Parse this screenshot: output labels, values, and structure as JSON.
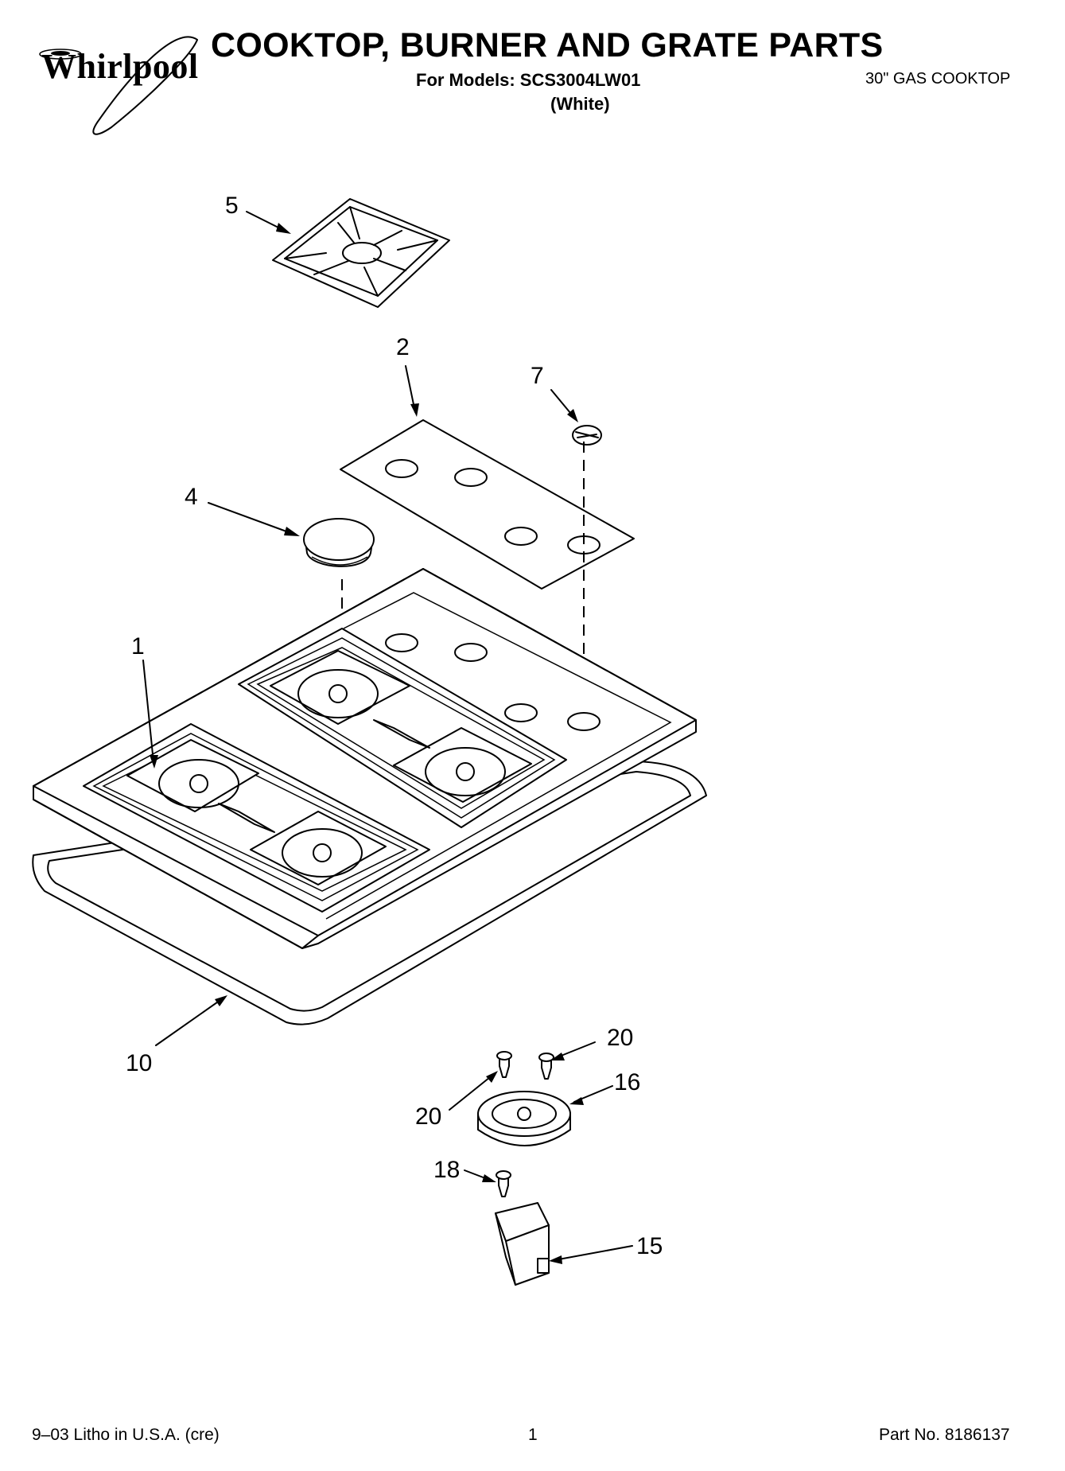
{
  "header": {
    "brand": "Whirlpool",
    "title": "COOKTOP, BURNER AND GRATE PARTS",
    "models": "For Models: SCS3004LW01",
    "color": "(White)",
    "product": "30\" GAS COOKTOP"
  },
  "parts": [
    {
      "id": "part-1",
      "label": "1",
      "icon": "cooktop-panel"
    },
    {
      "id": "part-2",
      "label": "2",
      "icon": "control-panel-overlay"
    },
    {
      "id": "part-4",
      "label": "4",
      "icon": "burner-cap"
    },
    {
      "id": "part-5",
      "label": "5",
      "icon": "grate"
    },
    {
      "id": "part-7",
      "label": "7",
      "icon": "control-knob"
    },
    {
      "id": "part-10",
      "label": "10",
      "icon": "cooktop-seal"
    },
    {
      "id": "part-15",
      "label": "15",
      "icon": "burner-bracket"
    },
    {
      "id": "part-16",
      "label": "16",
      "icon": "burner-base"
    },
    {
      "id": "part-18",
      "label": "18",
      "icon": "screw"
    },
    {
      "id": "part-20a",
      "label": "20",
      "icon": "screw"
    },
    {
      "id": "part-20b",
      "label": "20",
      "icon": "screw"
    }
  ],
  "footer": {
    "litho": "9–03 Litho in U.S.A. (cre)",
    "page": "1",
    "part_no": "Part No. 8186137"
  }
}
